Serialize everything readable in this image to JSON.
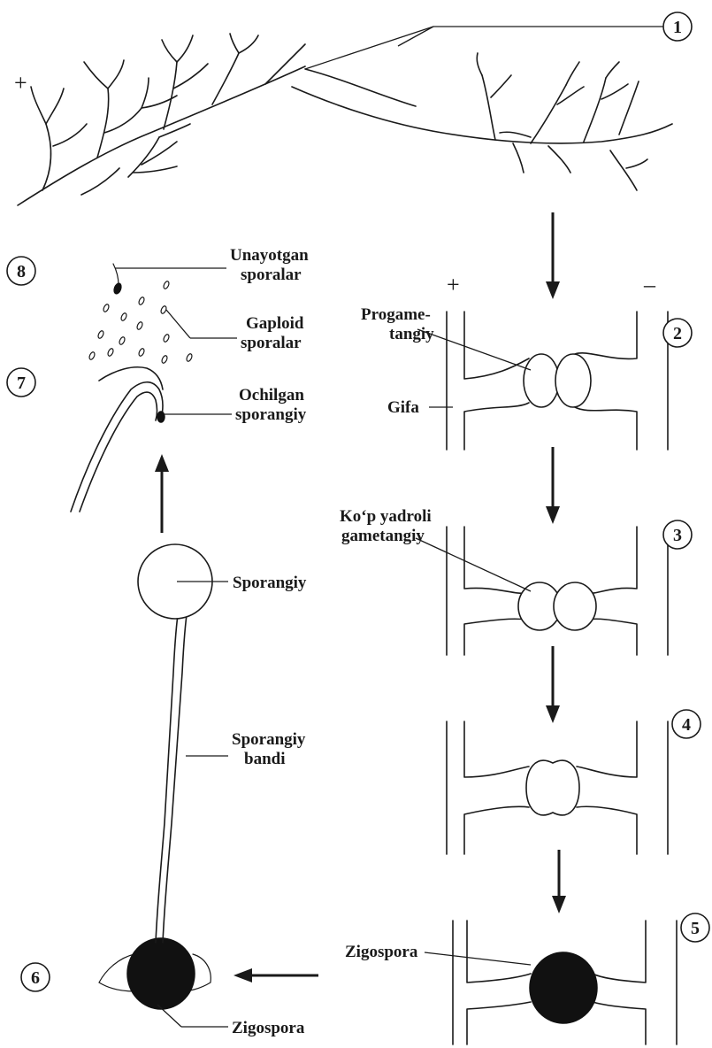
{
  "steps": [
    "1",
    "2",
    "3",
    "4",
    "5",
    "6",
    "7",
    "8"
  ],
  "signs": {
    "plus_top": "+",
    "plus": "+",
    "minus": "–"
  },
  "labels": {
    "unayotgan_1": "Unayotgan",
    "unayotgan_2": "sporalar",
    "gaploid_1": "Gaploid",
    "gaploid_2": "sporalar",
    "ochilgan_1": "Ochilgan",
    "ochilgan_2": "sporangiy",
    "progame_1": "Progame-",
    "progame_2": "tangiy",
    "gifa": "Gifa",
    "kop_1": "Ko‘p yadroli",
    "kop_2": "gametangiy",
    "sporangiy": "Sporangiy",
    "bandi_1": "Sporangiy",
    "bandi_2": "bandi",
    "zigospora_right": "Zigospora",
    "zigospora_bottom": "Zigospora"
  },
  "colors": {
    "ink": "#1a1a1a",
    "zygospore": "#111111",
    "background": "#ffffff"
  }
}
